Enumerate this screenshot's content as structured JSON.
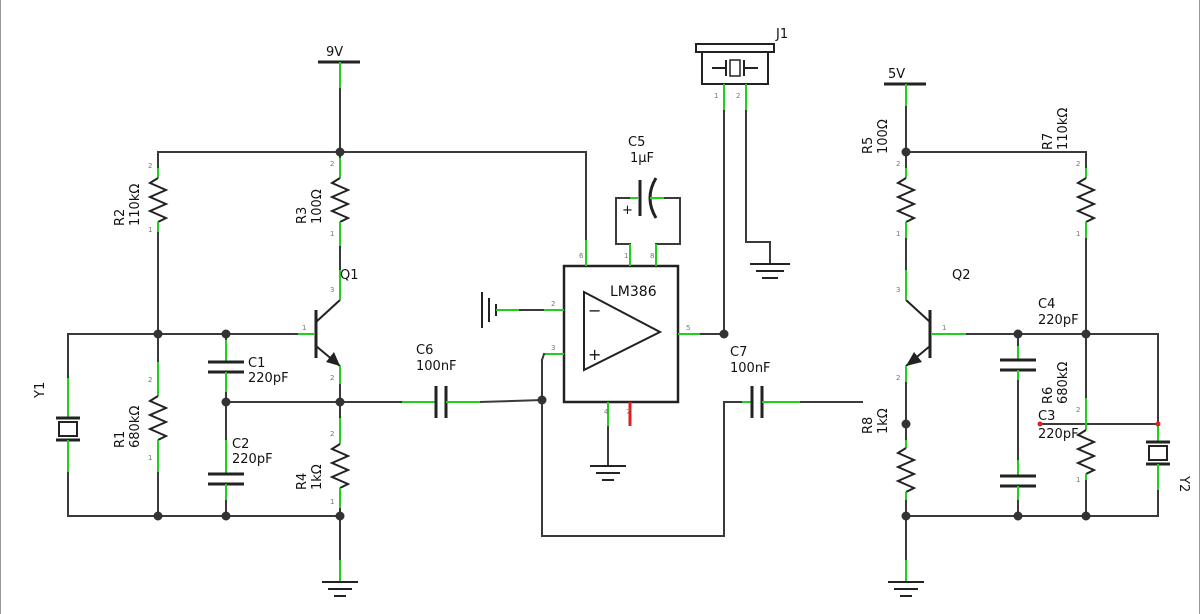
{
  "rails": {
    "v9": "9V",
    "v5": "5V"
  },
  "chip": {
    "name": "LM386",
    "minus": "−",
    "plus": "+",
    "pins": [
      "2",
      "3",
      "4",
      "5",
      "6",
      "7",
      "1",
      "8"
    ]
  },
  "connector": {
    "name": "J1",
    "pins": [
      "1",
      "2"
    ]
  },
  "transistors": {
    "q1": "Q1",
    "q2": "Q2"
  },
  "crystals": {
    "y1": "Y1",
    "y2": "Y2"
  },
  "resistors": {
    "r1": {
      "name": "R1",
      "value": "680kΩ"
    },
    "r2": {
      "name": "R2",
      "value": "110kΩ"
    },
    "r3": {
      "name": "R3",
      "value": "100Ω"
    },
    "r4": {
      "name": "R4",
      "value": "1kΩ"
    },
    "r5": {
      "name": "R5",
      "value": "100Ω"
    },
    "r6": {
      "name": "R6",
      "value": "680kΩ"
    },
    "r7": {
      "name": "R7",
      "value": "110kΩ"
    },
    "r8": {
      "name": "R8",
      "value": "1kΩ"
    }
  },
  "capacitors": {
    "c1": {
      "name": "C1",
      "value": "220pF"
    },
    "c2": {
      "name": "C2",
      "value": "220pF"
    },
    "c3": {
      "name": "C3",
      "value": "220pF"
    },
    "c4": {
      "name": "C4",
      "value": "220pF"
    },
    "c5": {
      "name": "C5",
      "value": "1µF"
    },
    "c6": {
      "name": "C6",
      "value": "100nF"
    },
    "c7": {
      "name": "C7",
      "value": "100nF"
    }
  },
  "pin_numbers": {
    "one": "1",
    "two": "2",
    "three": "3"
  }
}
